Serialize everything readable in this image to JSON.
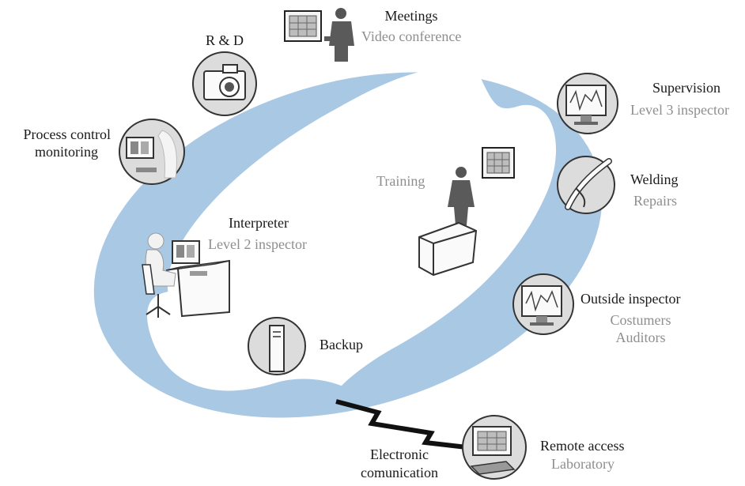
{
  "colors": {
    "ring": "#a9c8e4",
    "node_fill": "#dcdcdc",
    "node_stroke": "#333333",
    "primary_text": "#1a1a1a",
    "secondary_text": "#8e8e8e",
    "link": "#111111"
  },
  "nodes": {
    "meetings": {
      "title": "Meetings",
      "subtitle": "Video conference",
      "icon": "presenter-screen-icon"
    },
    "rnd": {
      "title": "R & D",
      "icon": "camera-icon"
    },
    "process": {
      "title_line1": "Process control",
      "title_line2": "monitoring",
      "icon": "monitor-operator-icon"
    },
    "supervision": {
      "title": "Supervision",
      "subtitle": "Level 3 inspector",
      "icon": "monitor-chart-icon"
    },
    "welding": {
      "title": "Welding",
      "subtitle": "Repairs",
      "icon": "welding-torch-icon"
    },
    "training": {
      "subtitle": "Training",
      "icon": "trainer-podium-icon"
    },
    "interpreter": {
      "title": "Interpreter",
      "subtitle": "Level 2 inspector",
      "icon": "workstation-desk-icon"
    },
    "outside": {
      "title": "Outside inspector",
      "subtitle_line1": "Costumers",
      "subtitle_line2": "Auditors",
      "icon": "monitor-chart-icon"
    },
    "backup": {
      "title": "Backup",
      "icon": "server-tower-icon"
    },
    "remote": {
      "title": "Remote access",
      "subtitle": "Laboratory",
      "icon": "monitor-keyboard-icon"
    },
    "electronic": {
      "title_line1": "Electronic",
      "title_line2": "comunication",
      "icon": "lightning-link-icon"
    }
  }
}
